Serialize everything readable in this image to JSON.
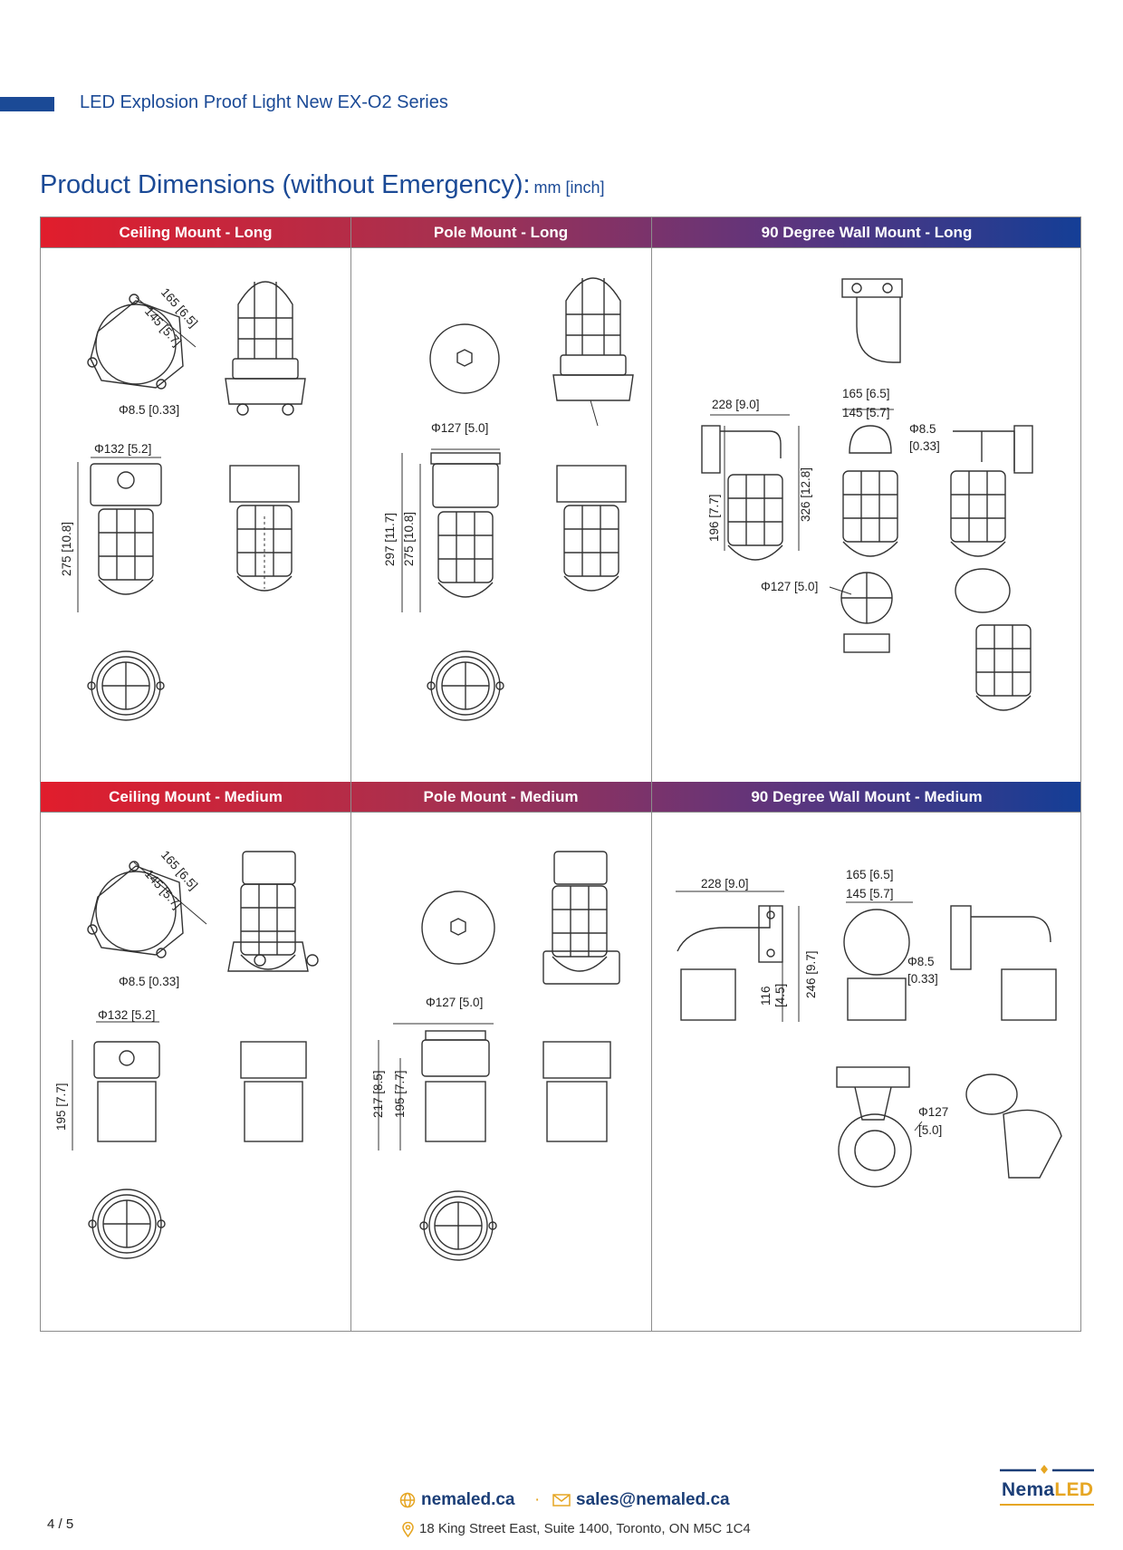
{
  "header": {
    "title": "LED Explosion Proof Light New EX-O2 Series"
  },
  "section": {
    "title": "Product Dimensions (without Emergency):",
    "unit": "mm [inch]"
  },
  "panels": {
    "row1": {
      "ceiling": "Ceiling Mount - Long",
      "pole": "Pole Mount - Long",
      "wall": "90 Degree Wall Mount - Long"
    },
    "row2": {
      "ceiling": "Ceiling Mount - Medium",
      "pole": "Pole Mount - Medium",
      "wall": "90 Degree Wall Mount - Medium"
    }
  },
  "dims": {
    "d165": "165 [6.5]",
    "d145": "145 [5.7]",
    "d85": "Φ8.5 [0.33]",
    "d85a": "Φ8.5",
    "d85b": "[0.33]",
    "d132": "Φ132 [5.2]",
    "d127": "Φ127 [5.0]",
    "d127a": "Φ127",
    "d127b": "[5.0]",
    "d275": "275 [10.8]",
    "d297": "297 [11.7]",
    "d228": "228 [9.0]",
    "d196": "196 [7.7]",
    "d326": "326 [12.8]",
    "d195": "195 [7.7]",
    "d217": "217 [8.5]",
    "d116a": "116",
    "d116b": "[4.5]",
    "d246": "246 [9.7]"
  },
  "footer": {
    "website": "nemaled.ca",
    "email": "sales@nemaled.ca",
    "separator": "·",
    "address": "18 King Street East, Suite 1400, Toronto, ON M5C 1C4",
    "page": "4 / 5",
    "logo_a": "Nema",
    "logo_b": "L",
    "logo_c": "ED"
  },
  "colors": {
    "brand_blue": "#1b4a96",
    "band_red": "#e11d2c",
    "band_blue": "#143e96",
    "accent_gold": "#e6a623"
  },
  "icons": [
    "globe-icon",
    "mail-icon",
    "location-pin-icon",
    "bulb-logo-icon"
  ]
}
